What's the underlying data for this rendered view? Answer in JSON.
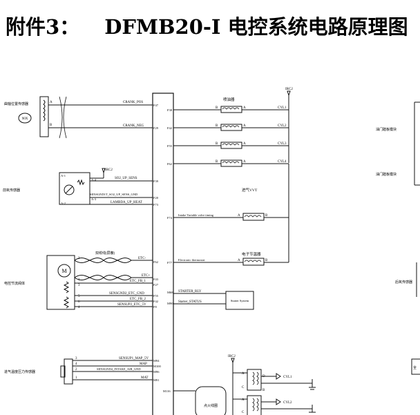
{
  "title": {
    "prefix": "附件3：",
    "main": "DFMB20-I 电控系统电路原理图"
  },
  "left_components": {
    "crank_sensor": "曲轴位置传感器",
    "crank_label": "90X",
    "o2_sensor": "前氧传感器",
    "throttle_body": "电控节流阀体",
    "map_sensor": "进气温度压力传感器"
  },
  "right_components": {
    "injector": "喷油器",
    "vvt": "进气VVT",
    "thermostat": "电子节温器",
    "starter_system": "Starter System",
    "ignition_coil": "点火线圈",
    "throttle_pedal_1": "油门踏板模块",
    "throttle_pedal_2": "油门踏板模块",
    "rear_o2": "后氧传感器",
    "bottom_right_box": "全"
  },
  "throttle_motor_label": "M",
  "twisted_pair_label": "双绞线(屏蔽)",
  "irc_labels": [
    "IRC2",
    "IRC2",
    "IRC2"
  ],
  "left_signals": {
    "crank_pos": "CRANK_POS",
    "crank_neg": "CRANK_NEG",
    "o2_up_sens": "SO2_UP_SENS",
    "o2_gnd": "SENSGND1T_SO2_UP_SENS_GND",
    "lambda": "LAMBDA_UP_HEAT",
    "etc_plus": "ETC-",
    "etc_minus": "ETC+",
    "etc_fb1": "ETC_FB_1",
    "etc_gnd": "SENSGND2_ETC_GND",
    "etc_fb2": "ETC_FB_2",
    "etc_5v": "SENSUP2_ETC_5V",
    "map_5v": "SENSUP1_MAP_5V",
    "map": "MAP",
    "intake_gnd": "SENSGND4_INTAKE_AIR_GND",
    "mat": "MAT"
  },
  "ecu_pins_left": [
    "F47",
    "F29",
    "F39",
    "F20",
    "F73",
    "F62",
    "F43",
    "F27",
    "F55",
    "F42",
    "F8",
    "M94",
    "M100",
    "M96",
    "M91",
    "M116"
  ],
  "ecu_pins_right": [
    "F38",
    "F42",
    "F55",
    "F62",
    "F74",
    "F77",
    "M68",
    "M90"
  ],
  "right_signals": {
    "intake_vvt": "Intake Variable valve timing",
    "thermostat": "Electronic thermostat",
    "starter_rly": "STARTER_RLY",
    "starter_status": "Starter_STATUS"
  },
  "cyl_labels": [
    "CYL1",
    "CYL2",
    "CYL3",
    "CYL4"
  ],
  "coil_outputs": [
    "CYL1",
    "CYL2"
  ],
  "pin_letters": {
    "a": "A",
    "b": "B",
    "c": "C",
    "d": "D",
    "a1": "A-1",
    "a2": "A-2",
    "a3": "A-3",
    "a4": "A-4"
  },
  "throttle_pins": [
    "2",
    "1",
    "3",
    "5",
    "6",
    "4"
  ],
  "map_pins": [
    "3",
    "4",
    "2",
    "1"
  ]
}
